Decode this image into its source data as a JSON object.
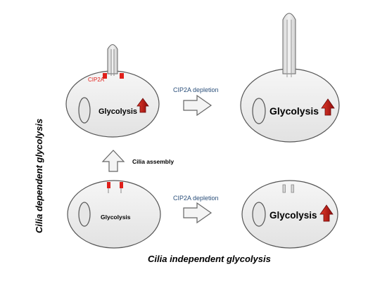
{
  "labels": {
    "cip2a": "CIP2A",
    "depletion_top": "CIP2A depletion",
    "depletion_bottom": "CIP2A depletion",
    "cilia_assembly": "Cilia assembly",
    "glycolysis_top_left": "Glycolysis",
    "glycolysis_top_right": "Glycolysis",
    "glycolysis_bottom_left": "Glycolysis",
    "glycolysis_bottom_right": "Glycolysis",
    "side_title": "Cilia dependent glycolysis",
    "bottom_title": "Cilia independent glycolysis"
  },
  "colors": {
    "cell_fill": "#ececec",
    "cell_stroke": "#555555",
    "cip2a_red": "#e0201b",
    "up_arrow_red": "#b01010",
    "depletion_text": "#2b4f7a",
    "arrow_fill": "#f4f4f4",
    "arrow_stroke": "#666666"
  },
  "icons": {
    "up_arrow": "red-up-arrow-icon",
    "process_arrow": "outlined-right-arrow-icon"
  }
}
